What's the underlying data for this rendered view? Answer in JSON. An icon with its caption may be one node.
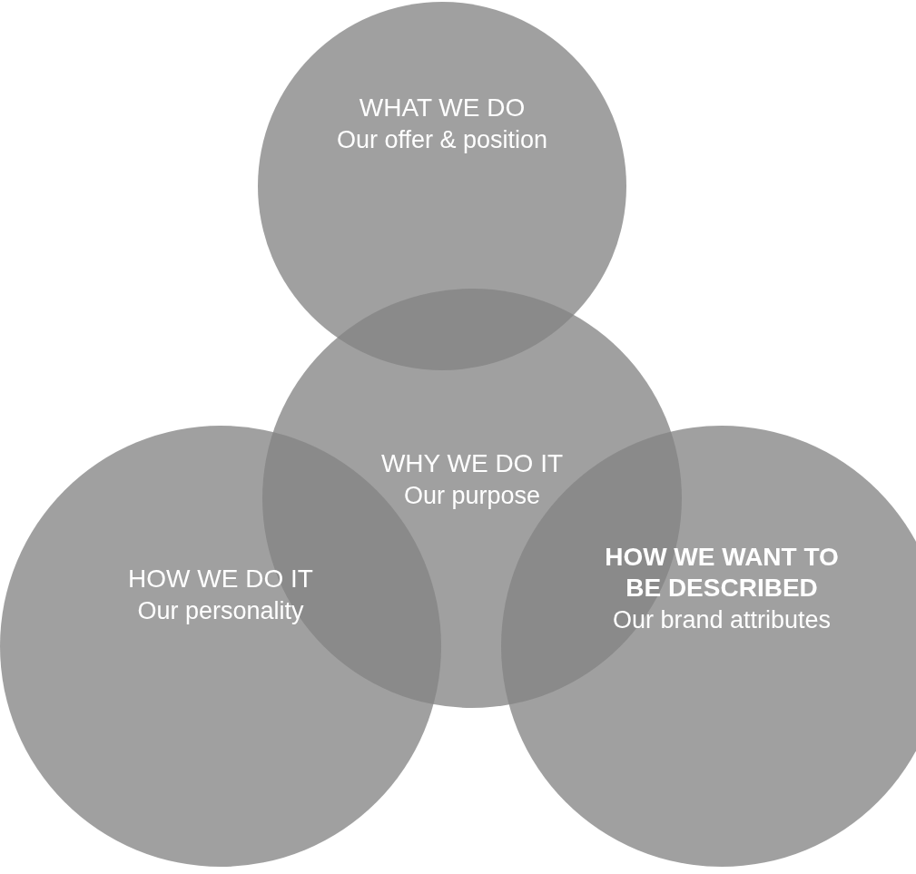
{
  "diagram": {
    "nodes": [
      {
        "text": [
          "WHAT WE DO",
          "Our offer & position"
        ]
      },
      {
        "text": [
          "WHY WE DO IT",
          "Our purpose"
        ]
      },
      {
        "text": [
          "HOW WE DO IT",
          "Our personality"
        ]
      },
      {
        "text": [
          "HOW WE WANT TO BE DESCRIBED",
          "Our brand attributes"
        ]
      }
    ]
  }
}
